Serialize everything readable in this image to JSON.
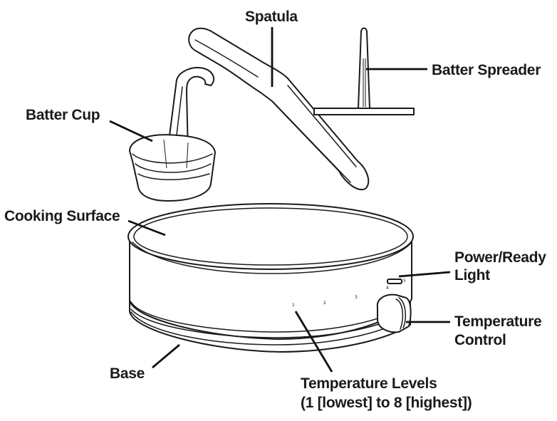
{
  "labels": {
    "spatula": "Spatula",
    "batter_spreader": "Batter Spreader",
    "batter_cup": "Batter Cup",
    "cooking_surface": "Cooking Surface",
    "power_ready_light_line1": "Power/Ready",
    "power_ready_light_line2": "Light",
    "temperature_control_line1": "Temperature",
    "temperature_control_line2": "Control",
    "base": "Base",
    "temperature_levels_line1": "Temperature Levels",
    "temperature_levels_line2": "(1 [lowest] to 8 [highest])"
  },
  "dial_marks": [
    "1",
    "2",
    "3",
    "4",
    "5"
  ],
  "colors": {
    "line": "#1a1a1a",
    "background": "#ffffff"
  }
}
